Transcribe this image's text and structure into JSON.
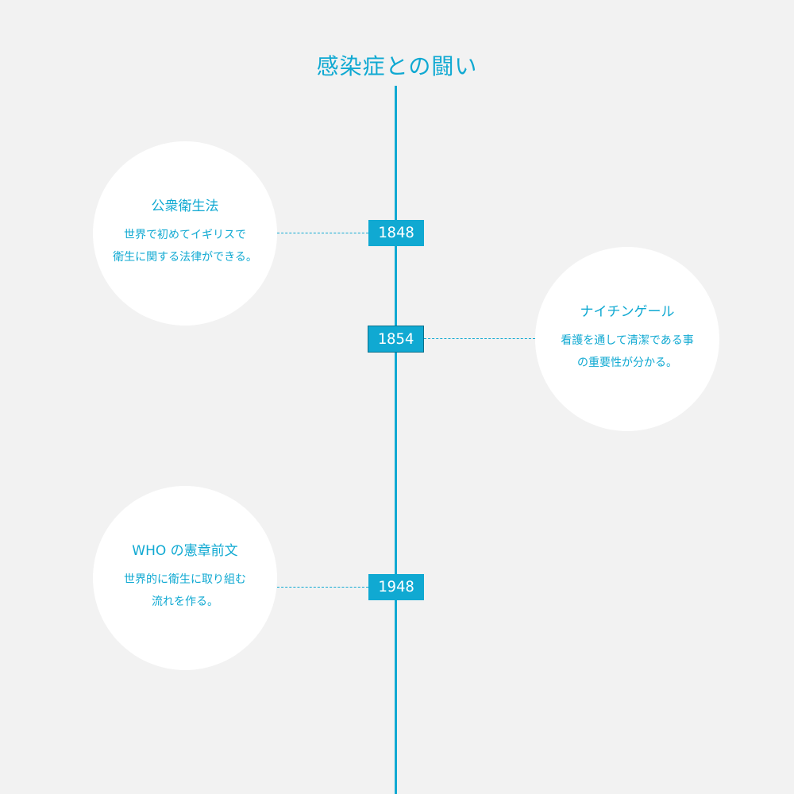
{
  "title": "感染症との闘い",
  "colors": {
    "accent": "#10a9d2",
    "background": "#f2f2f2",
    "circle": "#ffffff"
  },
  "events": [
    {
      "year": "1848",
      "title": "公衆衛生法",
      "desc": "世界で初めてイギリスで\n衛生に関する法律ができる。"
    },
    {
      "year": "1854",
      "title": "ナイチンゲール",
      "desc": "看護を通して清潔である事\nの重要性が分かる。"
    },
    {
      "year": "1948",
      "title": "WHO の憲章前文",
      "desc": "世界的に衛生に取り組む\n流れを作る。"
    }
  ]
}
